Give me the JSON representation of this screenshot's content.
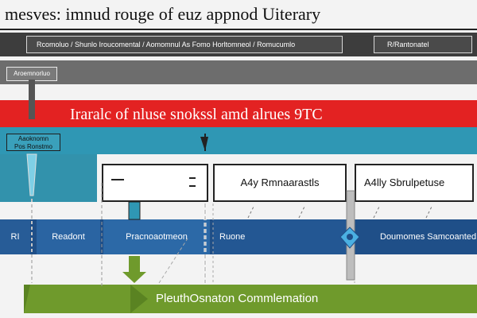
{
  "title": "mesves: imnud rouge of euz appnod Uiterary",
  "top_bar": {
    "left_label": "Rcomoluo / Shunlo Iroucomental / Aomomnul As Fomo Horltomneol / Romucumlo",
    "right_label": "R/Rantonatel"
  },
  "gray_bar": {
    "tag": "Aroemnorluo"
  },
  "red_bar": {
    "text": "Iraralc of nluse snokssl amd alrues 9TC"
  },
  "teal_bar": {
    "tag_line1": "Aaoknomn",
    "tag_line2": "Pos Ronstmo"
  },
  "boxes": {
    "box_a": "",
    "box_b": "A4y Rmnaarastls",
    "box_c": "A4lly Sbrulpetuse"
  },
  "blue_band": {
    "cell_1": "RI",
    "cell_2": "Readont",
    "cell_3": "Pracnoaotmeon",
    "cell_4": "Ruone",
    "cell_5": "Doumomes Samcoanted"
  },
  "green_bar": {
    "text": "PleuthOsnaton Commlemation"
  },
  "colors": {
    "red": "#e32222",
    "teal": "#2f97b4",
    "blue": "#1f4f88",
    "green": "#6f9a2c",
    "dark": "#3d3d3d",
    "gray": "#6d6d6d"
  }
}
